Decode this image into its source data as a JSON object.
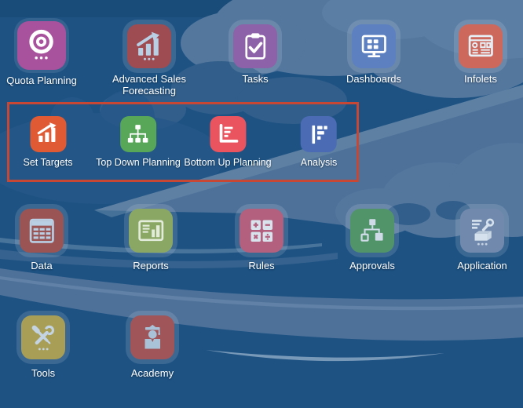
{
  "highlight_box": {
    "border_color": "#c74634"
  },
  "background": {
    "base": "#1d5283",
    "cloud_light": "#54779e",
    "cloud_lighter": "#6286ab",
    "cloud_dark_puff": "#315e8a",
    "swoosh": "#4d7199",
    "streak": "#8aa6c2"
  },
  "label_color": "#ffffff",
  "rows": [
    {
      "items": [
        {
          "label": "Quota Planning",
          "color": "#a8519d",
          "icon": "target-icon"
        },
        {
          "label": "Advanced Sales Forecasting",
          "color": "#9e4b51",
          "icon": "bar-chart-arrow-icon"
        },
        {
          "label": "Tasks",
          "color": "#8d62a8",
          "icon": "clipboard-check-icon"
        },
        {
          "label": "Dashboards",
          "color": "#5d80c1",
          "icon": "monitor-grid-icon"
        },
        {
          "label": "Infolets",
          "color": "#cd695c",
          "icon": "infolet-window-icon"
        }
      ]
    },
    {
      "items": [
        {
          "label": "Set Targets",
          "color": "#e05a33",
          "icon": "bar-chart-arrow-icon"
        },
        {
          "label": "Top Down Planning",
          "color": "#58a758",
          "icon": "org-tree-icon"
        },
        {
          "label": "Bottom Up Planning",
          "color": "#e9545e",
          "icon": "horizontal-bars-icon"
        },
        {
          "label": "Analysis",
          "color": "#4b6cb5",
          "icon": "block-bars-icon"
        }
      ]
    },
    {
      "items": [
        {
          "label": "Data",
          "color": "#9a5454",
          "icon": "table-icon"
        },
        {
          "label": "Reports",
          "color": "#8aa763",
          "icon": "report-doc-icon"
        },
        {
          "label": "Rules",
          "color": "#b2607e",
          "icon": "calculator-icon"
        },
        {
          "label": "Approvals",
          "color": "#52946a",
          "icon": "approval-tree-icon"
        },
        {
          "label": "Application",
          "color": "#7189ad",
          "icon": "app-box-icon"
        }
      ]
    },
    {
      "items": [
        {
          "label": "Tools",
          "color": "#a89e55",
          "icon": "tools-icon"
        },
        {
          "label": "Academy",
          "color": "#a05659",
          "icon": "academy-icon"
        }
      ]
    }
  ]
}
